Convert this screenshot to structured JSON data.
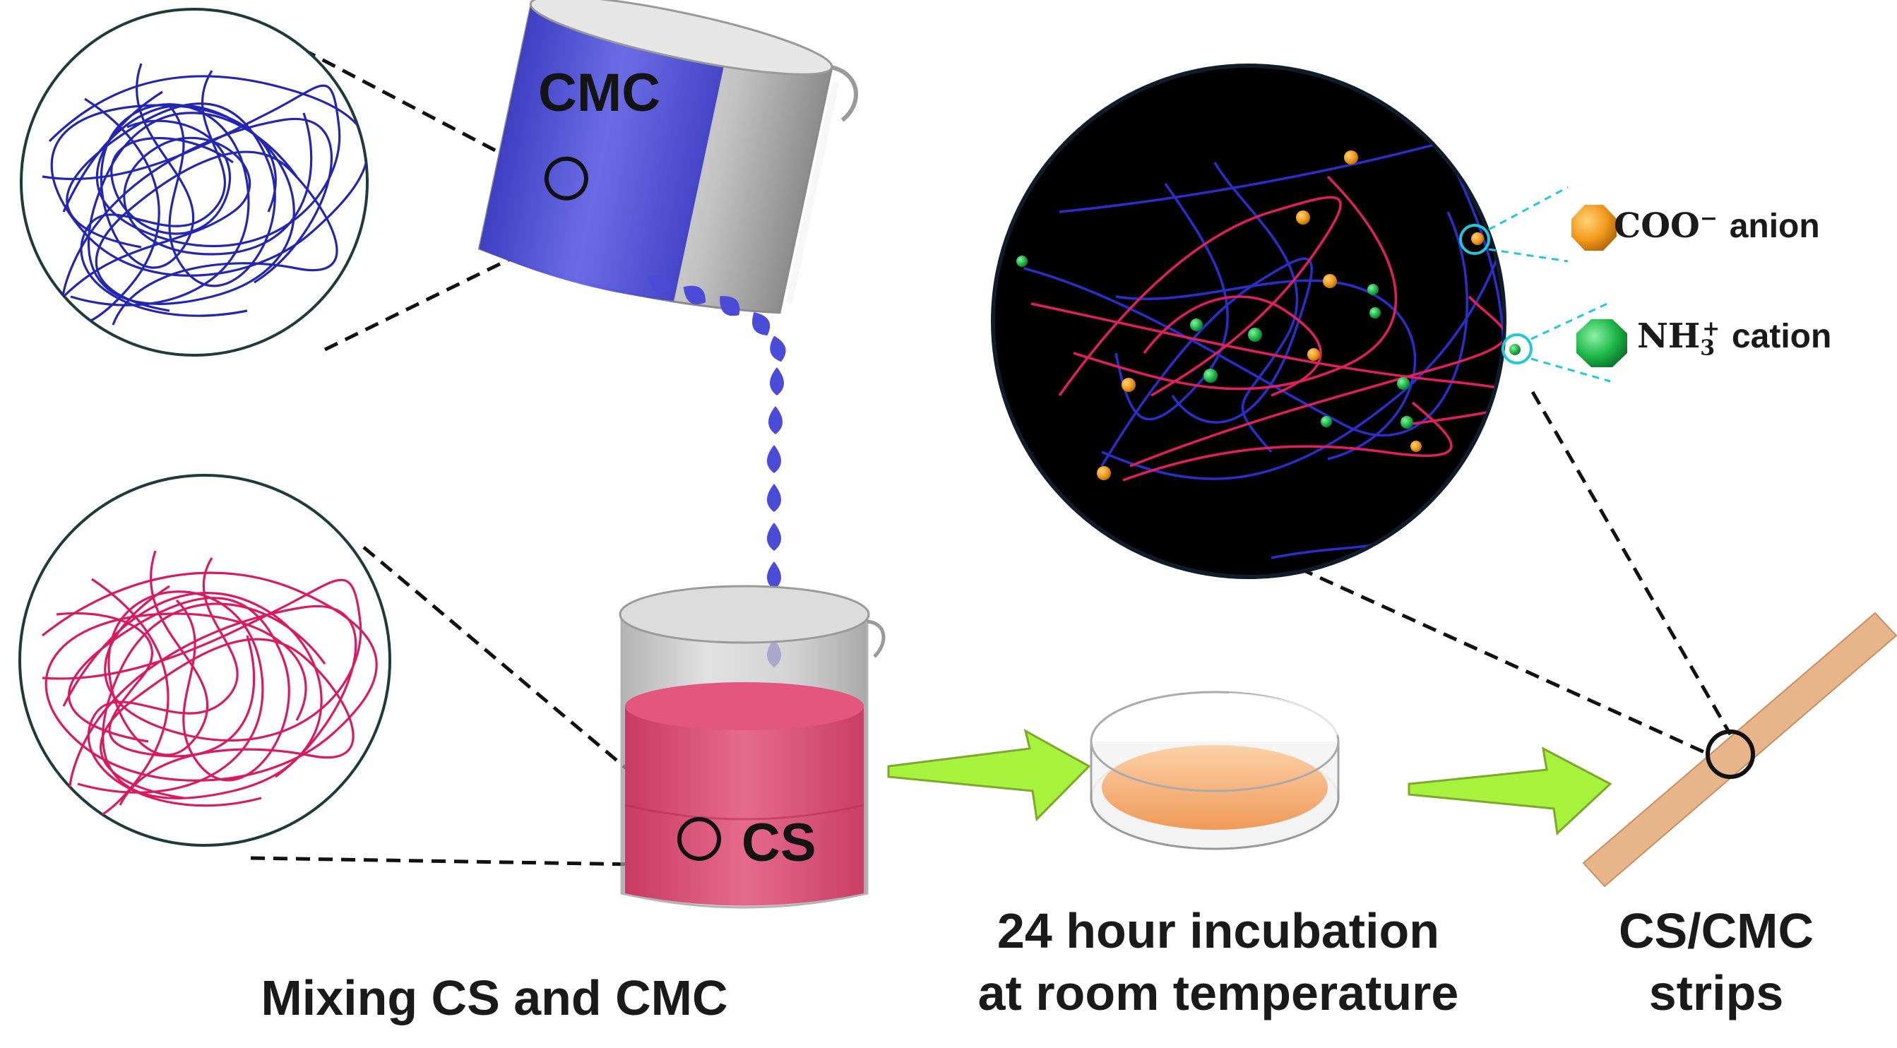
{
  "labels": {
    "cmc_beaker": "CMC",
    "cs_beaker": "CS",
    "legend_anion_prefix": "COO",
    "legend_anion_charge": "−",
    "legend_anion_suffix": "anion",
    "legend_cation_prefix": "NH",
    "legend_cation_sub": "3",
    "legend_cation_charge": "+",
    "legend_cation_suffix": "cation"
  },
  "captions": {
    "mixing": "Mixing CS and CMC",
    "incubation_line1": "24 hour incubation",
    "incubation_line2": "at room temperature",
    "strip_line1": "CS/CMC",
    "strip_line2": "strips"
  },
  "colors": {
    "cmc_fluid": "#4a4bd6",
    "cs_fluid": "#e0406e",
    "cmc_fiber": "#2226b0",
    "cs_fiber": "#d81b60",
    "arrow": "#a6f23c",
    "strip": "#e8b58a",
    "anion": "#f29a1c",
    "cation": "#1fb84a",
    "highlight": "#22c8d8",
    "network_bg": "#000000"
  }
}
